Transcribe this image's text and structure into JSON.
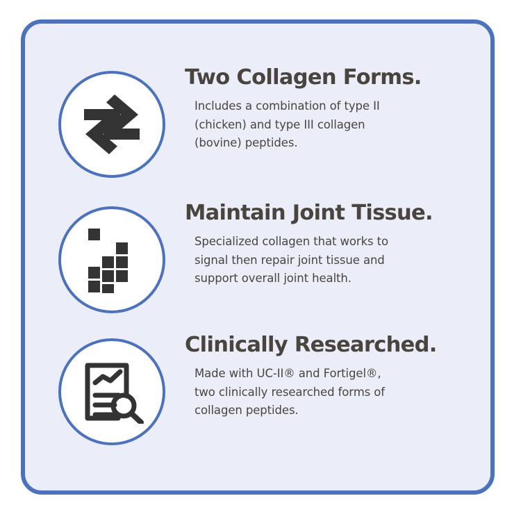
{
  "card": {
    "background_color": "#ebeef9",
    "border_color": "#4d72bc",
    "page_background": "#ffffff",
    "heading_color": "#4a443f",
    "body_color": "#4a443f",
    "icon_color": "#333333",
    "icon_circle_fill": "#ffffff"
  },
  "features": [
    {
      "icon": "two-way-arrows-icon",
      "title": "Two Collagen Forms.",
      "body": "Includes a combination of type II\n(chicken) and type III collagen\n(bovine) peptides."
    },
    {
      "icon": "tissue-squares-grid-icon",
      "title": "Maintain Joint Tissue.",
      "body": "Specialized collagen that works to\nsignal then repair joint tissue and\nsupport overall joint health."
    },
    {
      "icon": "document-chart-magnifier-icon",
      "title": "Clinically Researched.",
      "body": "Made with UC-II® and Fortigel®,\ntwo clinically researched forms of\ncollagen peptides."
    }
  ]
}
